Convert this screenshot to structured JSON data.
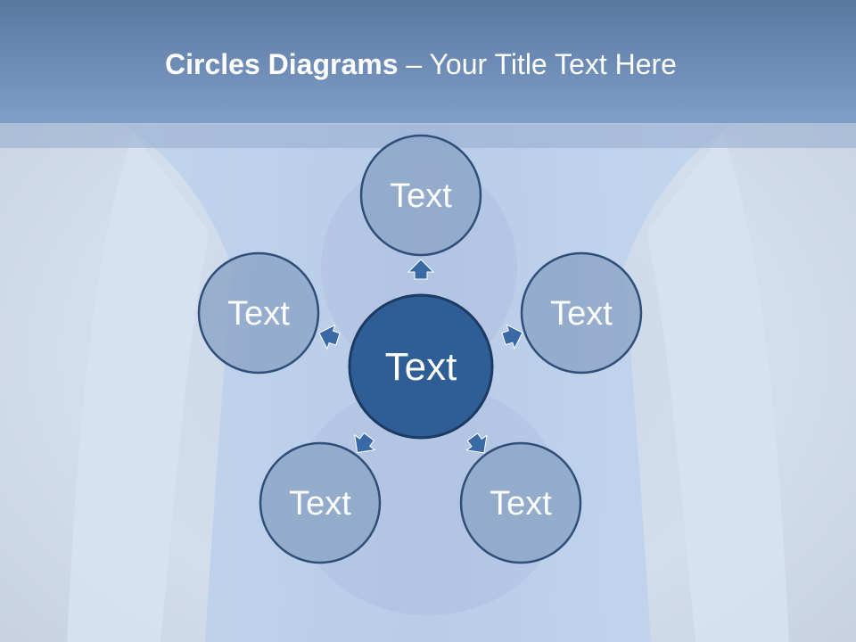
{
  "title": {
    "bold": "Circles Diagrams",
    "rest": "– Your Title Text Here"
  },
  "diagram": {
    "center": {
      "label": "Text"
    },
    "nodes": [
      {
        "id": "top",
        "label": "Text"
      },
      {
        "id": "right",
        "label": "Text"
      },
      {
        "id": "bottom-right",
        "label": "Text"
      },
      {
        "id": "bottom-left",
        "label": "Text"
      },
      {
        "id": "left",
        "label": "Text"
      }
    ]
  },
  "colors": {
    "title_bar": "#6d8bb5",
    "outer_fill": "#8ea7c8",
    "outer_stroke": "#2f4f7a",
    "center_fill": "#2e5e95",
    "center_stroke": "#1c3a62",
    "arrow": "#3a6aa5",
    "text": "#ffffff"
  }
}
